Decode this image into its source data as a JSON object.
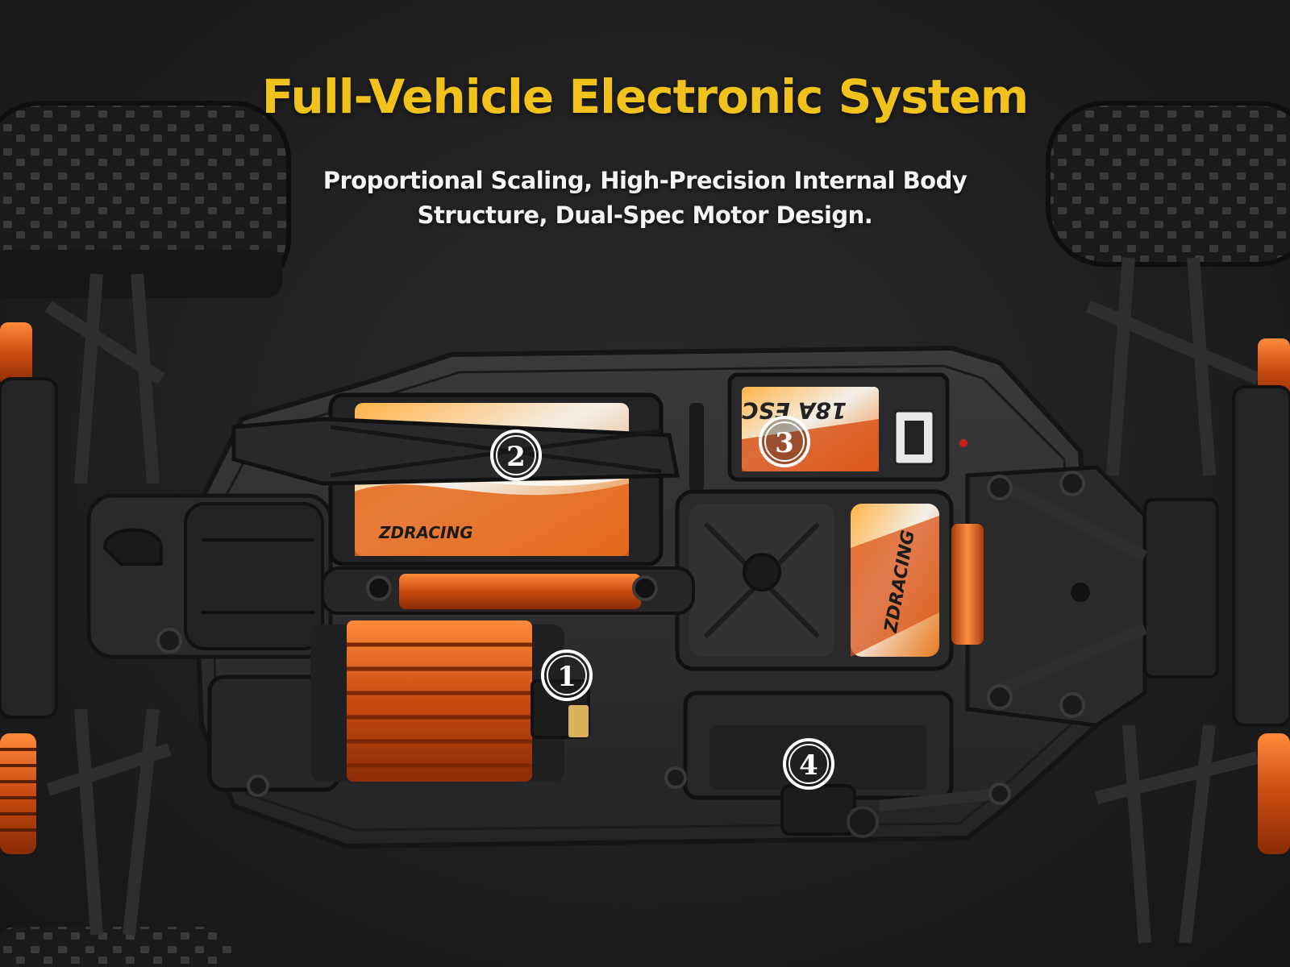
{
  "header": {
    "title": "Full-Vehicle Electronic System",
    "subtitle_line1": "Proportional Scaling, High-Precision Internal Body",
    "subtitle_line2": "Structure, Dual-Spec Motor Design."
  },
  "callouts": [
    {
      "label": "1",
      "component": "motor"
    },
    {
      "label": "2",
      "component": "battery"
    },
    {
      "label": "3",
      "component": "esc"
    },
    {
      "label": "4",
      "component": "servo"
    }
  ],
  "component_labels": {
    "battery_brand": "ZDRACING",
    "esc_brand": "ZDRACING",
    "esc_rating": "18A ESC"
  },
  "colors": {
    "background": "#1f1f20",
    "title": "#f1c21b",
    "subtitle": "#f4f4f4",
    "accent_orange": "#e8661a",
    "chassis": "#2b2b2d"
  }
}
